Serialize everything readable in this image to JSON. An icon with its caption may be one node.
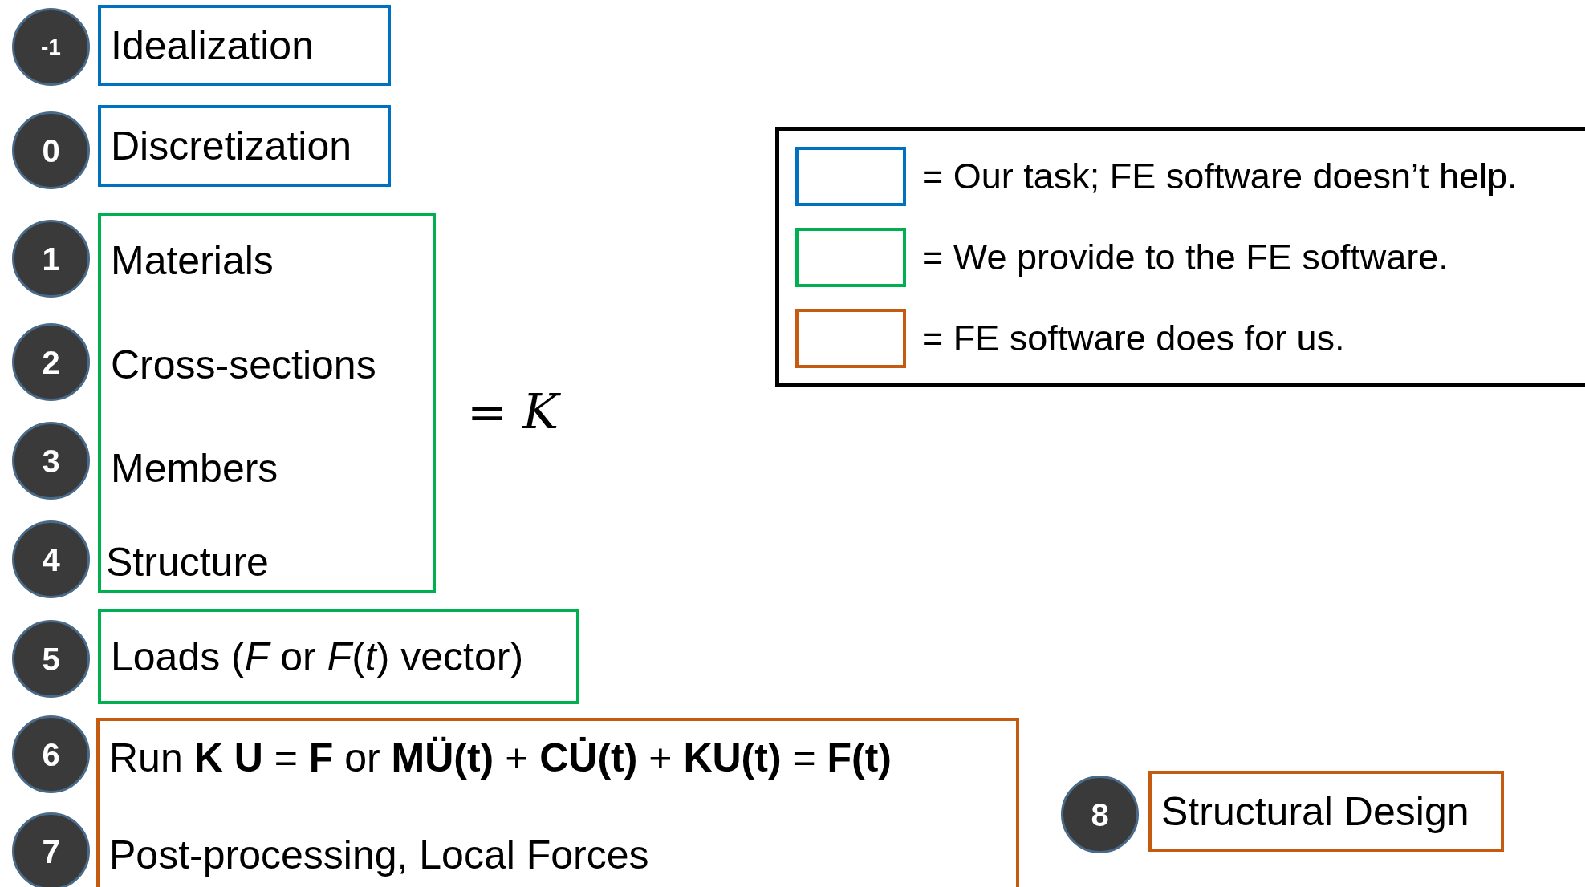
{
  "diagram": {
    "nodes": [
      {
        "text": [
          "-1"
        ]
      },
      {
        "text": [
          "Idealization"
        ]
      },
      {
        "text": [
          "0"
        ]
      },
      {
        "text": [
          "Discretization"
        ]
      },
      {
        "text": [
          "1"
        ]
      },
      {
        "text": [
          "2"
        ]
      },
      {
        "text": [
          "3"
        ]
      },
      {
        "text": [
          "4"
        ]
      },
      {
        "text": [
          "Materials",
          "Cross-sections",
          "Members",
          "Structure"
        ]
      },
      {
        "text": [
          "5"
        ]
      },
      {
        "text": [
          "Loads (*F* or *F*(*t*) vector)"
        ]
      },
      {
        "text": [
          "6"
        ]
      },
      {
        "text": [
          "7"
        ]
      },
      {
        "text": [
          "Run **K U** = **F** or **MÜ(t)** + **CU̇(t)** + **KU(t)** = **F(t)**",
          "Post-processing, Local Forces"
        ]
      },
      {
        "text": [
          "8"
        ]
      },
      {
        "text": [
          "Structural Design"
        ]
      }
    ],
    "labels": [
      "= *K*"
    ],
    "legend": [
      {
        "text": "= Our task; FE software doesn’t help.",
        "color": "#0070c0"
      },
      {
        "text": "= We provide to the FE software.",
        "color": "#00b050"
      },
      {
        "text": "= FE software does for us.",
        "color": "#c55a11"
      }
    ]
  }
}
